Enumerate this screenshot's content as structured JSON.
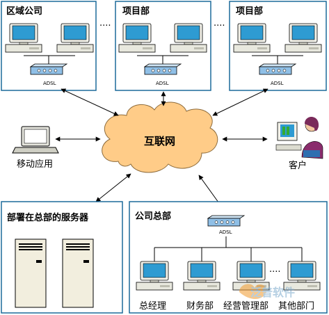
{
  "regions": {
    "regional_company": "区域公司",
    "project_dept_1": "项目部",
    "project_dept_2": "项目部",
    "servers_at_hq": "部署在总部的服务器",
    "headquarters": "公司总部"
  },
  "devices": {
    "adsl_label": "ADSL",
    "ellipsis": "····"
  },
  "cloud": {
    "label": "互联网"
  },
  "endpoints": {
    "mobile": "移动应用",
    "customer": "客户"
  },
  "hq_departments": [
    "总经理",
    "财务部",
    "经营管理部",
    "其他部门"
  ],
  "watermark": {
    "text": "泛普软件"
  },
  "colors": {
    "box_border": "#1c6a9a",
    "cloud_fill": "#ffcc88",
    "modem": "#8fbfe6",
    "monitor_screen": "#2e9bd2",
    "server": "#f2eede"
  }
}
